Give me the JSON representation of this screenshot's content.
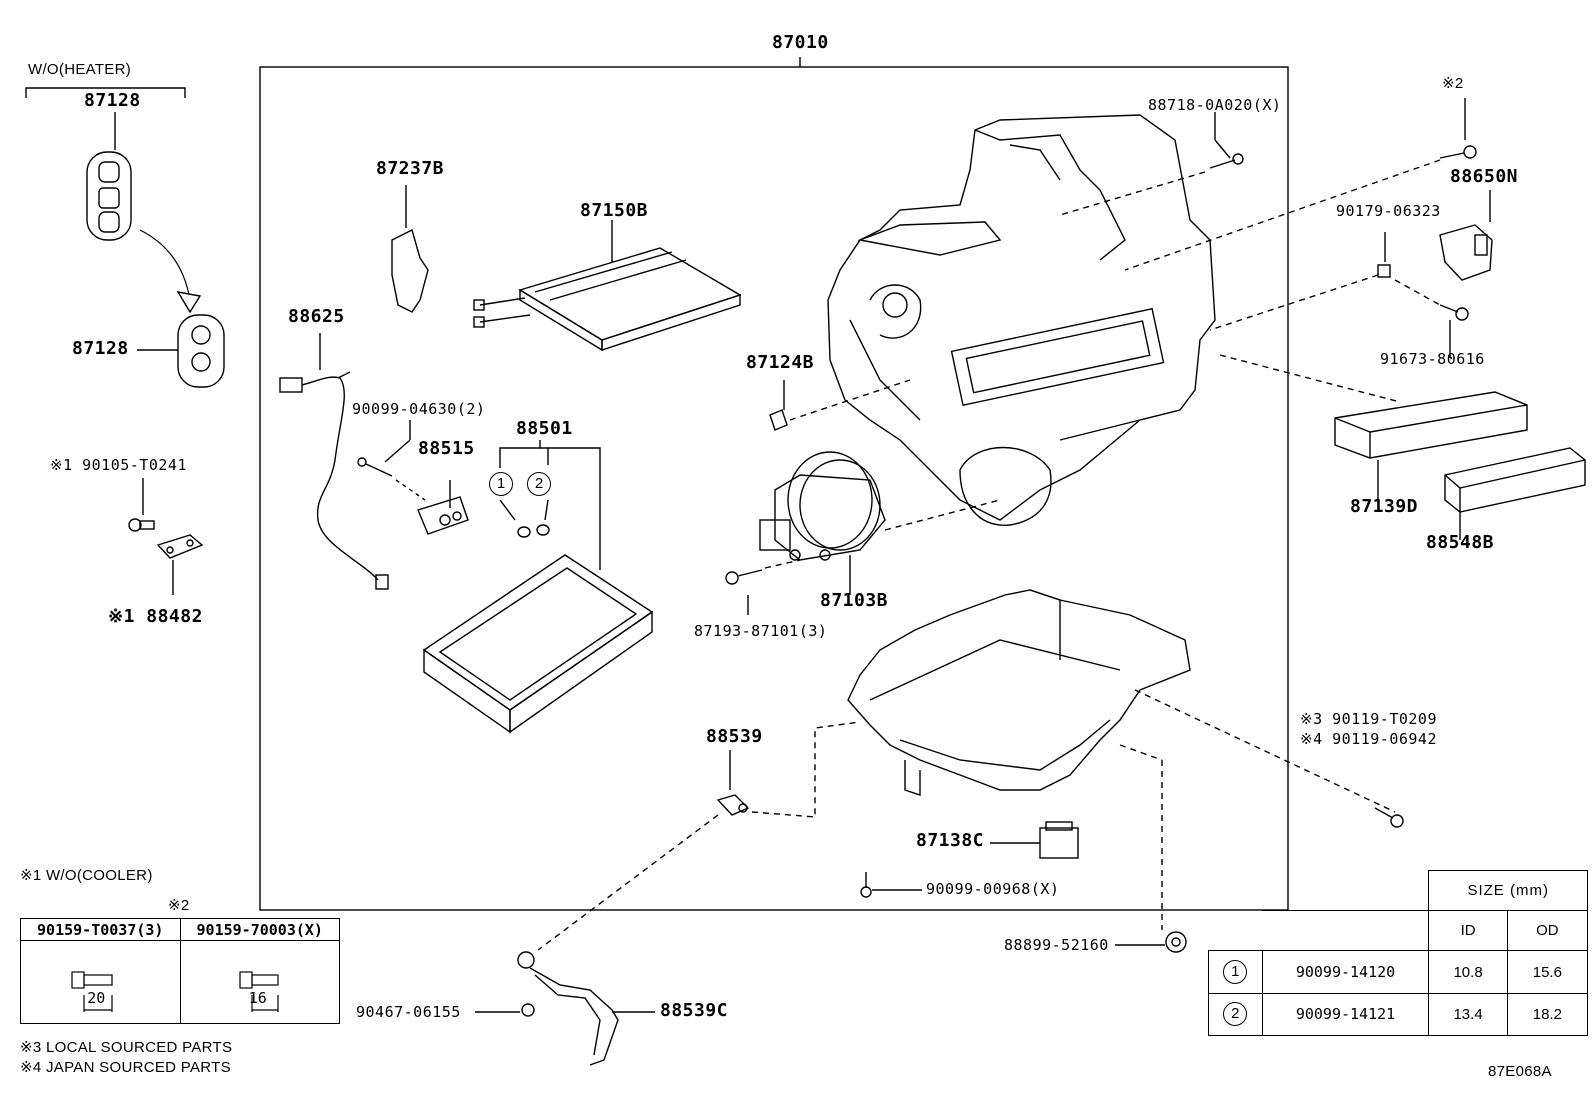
{
  "main_frame_label": "87010",
  "wo_heater_label": "W/O(HEATER)",
  "parts": {
    "p87128_top": "87128",
    "p87128_bottom": "87128",
    "p90105": "※1 90105-T0241",
    "p88482": "※1 88482",
    "p87237B": "87237B",
    "p87150B": "87150B",
    "p88625": "88625",
    "p90099_04630": "90099-04630(2)",
    "p88515": "88515",
    "p88501": "88501",
    "p87124B": "87124B",
    "p88718": "88718-0A020(X)",
    "p87103B": "87103B",
    "p87193": "87193-87101(3)",
    "p88539": "88539",
    "p87138C": "87138C",
    "p90099_00968": "90099-00968(X)",
    "p88899": "88899-52160",
    "p90467": "90467-06155",
    "p88539C": "88539C",
    "note2": "※2",
    "p88650N": "88650N",
    "p90179": "90179-06323",
    "p91673": "91673-80616",
    "p87139D": "87139D",
    "p88548B": "88548B",
    "p90119_t0209": "※3 90119-T0209",
    "p90119_06942": "※4 90119-06942"
  },
  "circle_marks": [
    "1",
    "2"
  ],
  "notes": {
    "wo_cooler": "※1 W/O(COOLER)",
    "local": "※3 LOCAL SOURCED PARTS",
    "japan": "※4 JAPAN SOURCED PARTS",
    "star2": "※2"
  },
  "bolt_table": {
    "headers": [
      "90159-T0037(3)",
      "90159-70003(X)"
    ],
    "lengths": [
      "20",
      "16"
    ]
  },
  "size_table": {
    "title": "SIZE (mm)",
    "col_id": "ID",
    "col_od": "OD",
    "rows": [
      {
        "mark": "1",
        "part": "90099-14120",
        "id": "10.8",
        "od": "15.6"
      },
      {
        "mark": "2",
        "part": "90099-14121",
        "id": "13.4",
        "od": "18.2"
      }
    ]
  },
  "diagram_code": "87E068A"
}
